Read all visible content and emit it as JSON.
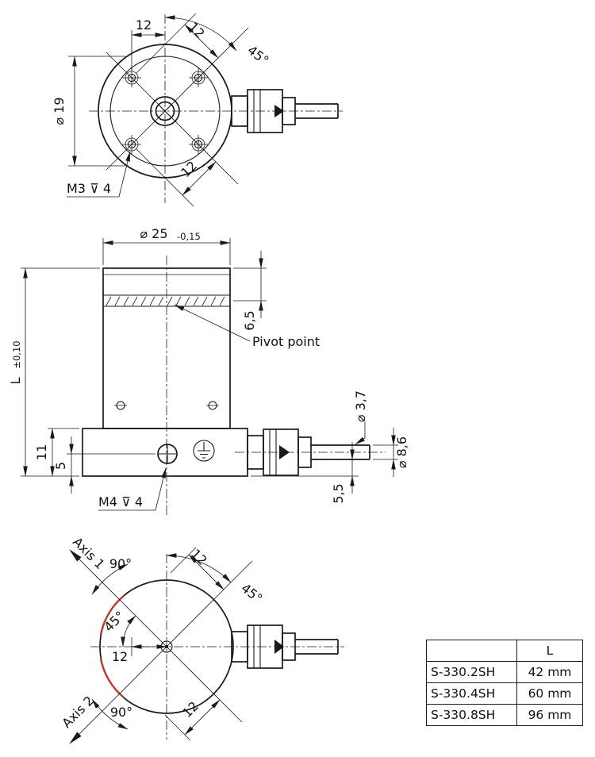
{
  "views": {
    "top": {
      "dim_hole_offset": "12",
      "dim_diag_top": "12",
      "dim_angle": "45°",
      "dim_flange_circle": "⌀ 19",
      "dim_diag_bottom": "12",
      "thread_callout": "M3 ⊽ 4"
    },
    "side": {
      "dim_body_dia": "⌀ 25",
      "dim_body_dia_tol": "-0,15",
      "dim_pivot_height": "6,5",
      "pivot_label": "Pivot point",
      "dim_length": "L",
      "dim_length_tol": "±0,10",
      "dim_flange_height": "11",
      "dim_screw_offset": "5",
      "thread_callout": "M4 ⊽ 4",
      "dim_wire_dia": "⌀ 3,7",
      "dim_cable_dia": "⌀ 8,6",
      "dim_cable_offset": "5,5"
    },
    "bottom": {
      "axis1_label": "Axis 1",
      "axis2_label": "Axis 2",
      "angle_axis1": "90°",
      "angle_axis2": "90°",
      "angle_top": "45°",
      "angle_inner": "45°",
      "dim_diag_top": "12",
      "dim_center": "12",
      "dim_diag_bottom": "12"
    }
  },
  "table": {
    "col_header_model": "",
    "col_header_length": "L",
    "rows": [
      {
        "model": "S-330.2SH",
        "length": "42 mm"
      },
      {
        "model": "S-330.4SH",
        "length": "60 mm"
      },
      {
        "model": "S-330.8SH",
        "length": "96 mm"
      }
    ]
  },
  "colors": {
    "line": "#1a1a1a",
    "accent_red": "#c0392b"
  }
}
